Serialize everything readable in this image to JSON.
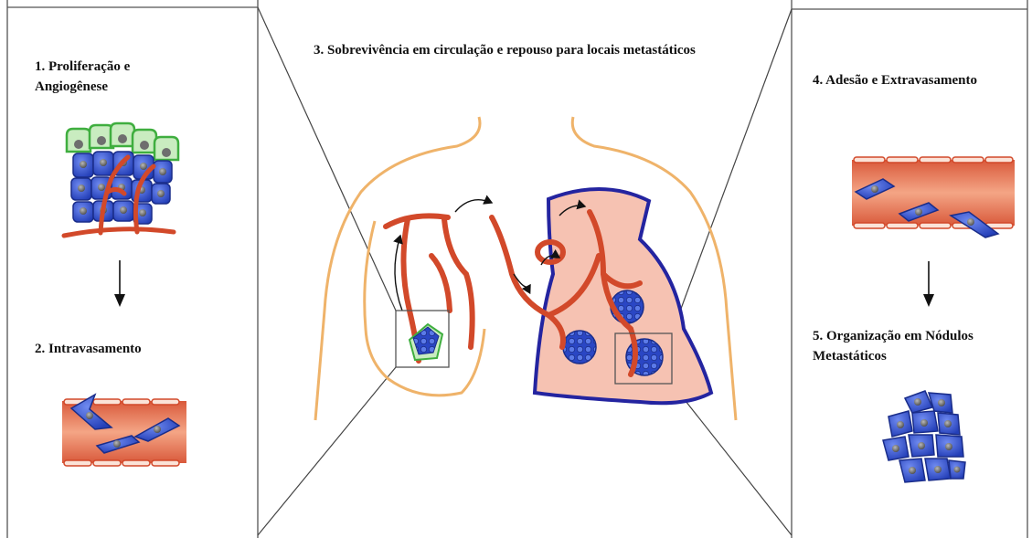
{
  "steps": {
    "proliferation": {
      "label": "1. Proliferação e Angiogênese"
    },
    "intravasation": {
      "label": "2. Intravasamento"
    },
    "circulation": {
      "label": "3. Sobrevivência em circulação e repouso para locais metastáticos"
    },
    "extravasation": {
      "label": "4. Adesão e Extravasamento"
    },
    "nodules": {
      "label": "5. Organização em Nódulos Metastáticos"
    }
  },
  "colors": {
    "vessel_red": "#d2492a",
    "tumor_blue": "#2f4fd0",
    "epithelial_green": "#3fae3f",
    "body_outline": "#efb36a",
    "lung_fill": "#f6c2b2",
    "lung_outline": "#2424a0",
    "frame": "#555555"
  }
}
